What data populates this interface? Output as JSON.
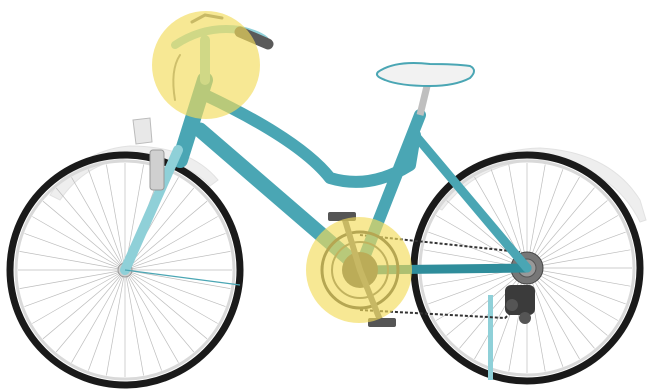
{
  "scene": {
    "subject": "bicycle",
    "highlights": [
      "handlebar-highlight",
      "crankset-highlight"
    ]
  },
  "colors": {
    "frame": "#4aa6b4",
    "frame_dark": "#2f8d9b",
    "frame_light": "#8fd0d8",
    "tire": "#1a1a1a",
    "rim": "#d9d9d9",
    "spoke": "#bdbdbd",
    "fender": "#eeeeee",
    "chain": "#333333",
    "highlight": "#f2dc5a",
    "saddle": "#f2f2f2",
    "background": "#ffffff"
  }
}
